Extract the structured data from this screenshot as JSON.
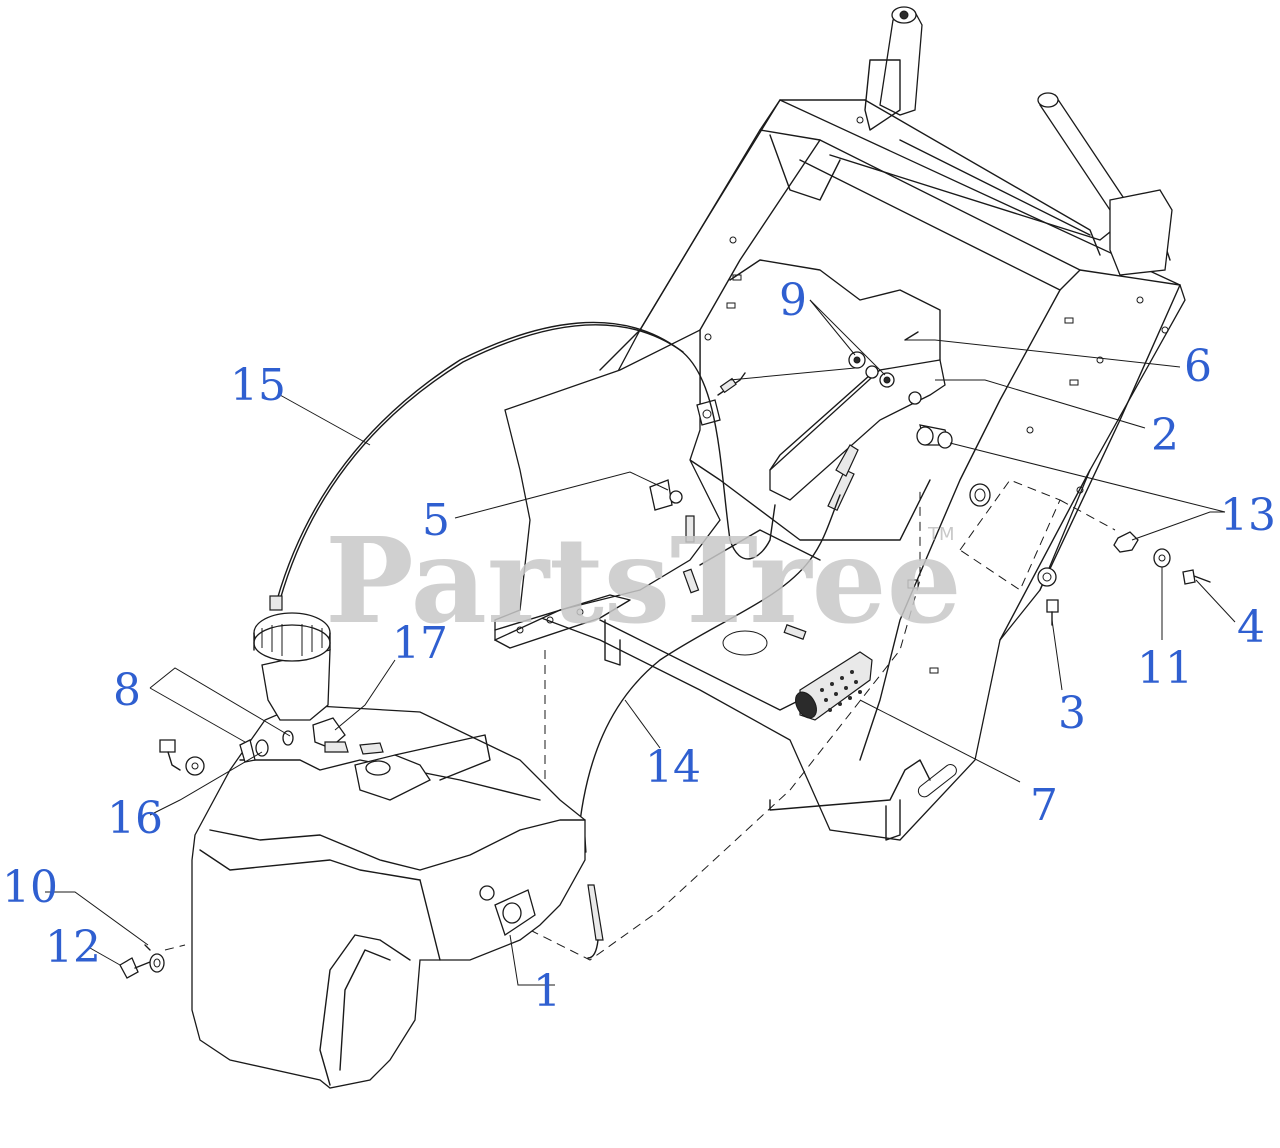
{
  "watermark": {
    "text": "PartsTree",
    "tm": "TM"
  },
  "callouts": {
    "c1": "1",
    "c2": "2",
    "c3": "3",
    "c4": "4",
    "c5": "5",
    "c6": "6",
    "c7": "7",
    "c8": "8",
    "c9": "9",
    "c10": "10",
    "c11": "11",
    "c12": "12",
    "c13": "13",
    "c14": "14",
    "c15": "15",
    "c16": "16",
    "c17": "17"
  },
  "colors": {
    "callout": "#2f5fd0",
    "line": "#1a1a1a",
    "watermark": "#c8c8c8"
  }
}
